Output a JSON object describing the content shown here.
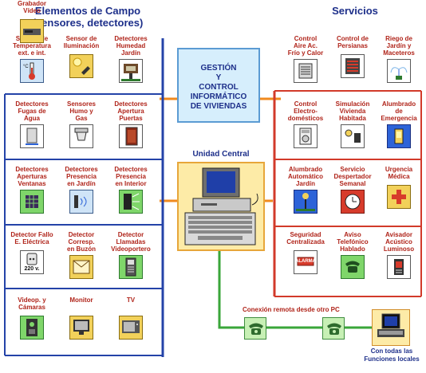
{
  "headers": {
    "left_line1": "Elementos de Campo",
    "left_line2": "(sensores, detectores)",
    "right": "Servicios"
  },
  "center": {
    "title_lines": [
      "GESTIÓN",
      "Y",
      "CONTROL",
      "INFORMÁTICO",
      "DE VIVIENDAS"
    ],
    "unit_label": "Unidad Central",
    "remote_label": "Conexión remota desde otro PC",
    "local_label_lines": [
      "Con todas las",
      "Funciones locales"
    ]
  },
  "sensors": [
    {
      "lines": [
        "Sondas de",
        "Temperatura",
        "ext. e int."
      ],
      "icon": "thermometer-icon"
    },
    {
      "lines": [
        "Sensor de",
        "Iluminación"
      ],
      "icon": "sun-sensor-icon"
    },
    {
      "lines": [
        "Detectores",
        "Humedad",
        "Jardín"
      ],
      "icon": "humidity-sensor-icon"
    },
    {
      "lines": [
        "Detectores",
        "Fugas de",
        "Agua"
      ],
      "icon": "water-leak-icon"
    },
    {
      "lines": [
        "Sensores",
        "Humo  y",
        "Gas"
      ],
      "icon": "smoke-detector-icon"
    },
    {
      "lines": [
        "Detectores",
        "Apertura",
        "Puertas"
      ],
      "icon": "door-sensor-icon"
    },
    {
      "lines": [
        "Detectores",
        "Aperturas",
        "Ventanas"
      ],
      "icon": "window-sensor-icon"
    },
    {
      "lines": [
        "Detectores",
        "Presencia",
        "en Jardín"
      ],
      "icon": "garden-presence-icon"
    },
    {
      "lines": [
        "Detectores",
        "Presencia",
        "en Interior"
      ],
      "icon": "indoor-presence-icon"
    },
    {
      "lines": [
        "Detector Fallo",
        "E. Eléctrica"
      ],
      "icon": "power-socket-icon",
      "badge": "220 v."
    },
    {
      "lines": [
        "Detector",
        "Corresp.",
        "en Buzón"
      ],
      "icon": "mailbox-icon"
    },
    {
      "lines": [
        "Detector",
        "Llamadas",
        "Videoportero"
      ],
      "icon": "intercom-icon"
    },
    {
      "lines": [
        "Videop. y",
        "Cámaras"
      ],
      "icon": "camera-icon"
    },
    {
      "lines": [
        "Monitor"
      ],
      "icon": "monitor-icon"
    },
    {
      "lines": [
        "TV"
      ],
      "icon": "tv-icon"
    },
    {
      "lines": [
        "Grabador",
        "Vídeo"
      ],
      "icon": "video-recorder-icon"
    }
  ],
  "services": [
    {
      "lines": [
        "Control",
        "Aire Ac.",
        "Frío y Calor"
      ],
      "icon": "air-conditioner-icon"
    },
    {
      "lines": [
        "Control de",
        "Persianas"
      ],
      "icon": "blinds-icon"
    },
    {
      "lines": [
        "Riego de",
        "Jardín y",
        "Maceteros"
      ],
      "icon": "irrigation-icon"
    },
    {
      "lines": [
        "Control",
        "Electro-",
        "domésticos"
      ],
      "icon": "appliance-icon"
    },
    {
      "lines": [
        "Simulación",
        "Vivienda",
        "Habitada"
      ],
      "icon": "simulation-icon"
    },
    {
      "lines": [
        "Alumbrado",
        "de",
        "Emergencia"
      ],
      "icon": "emergency-light-icon"
    },
    {
      "lines": [
        "Alumbrado",
        "Automático",
        "Jardín"
      ],
      "icon": "garden-lamp-icon"
    },
    {
      "lines": [
        "Servicio",
        "Despertador",
        "Semanal"
      ],
      "icon": "alarm-clock-icon"
    },
    {
      "lines": [
        "Urgencia",
        "Médica"
      ],
      "icon": "medical-cross-icon"
    },
    {
      "lines": [
        "Seguridad",
        "Centralizada"
      ],
      "icon": "alarm-siren-icon",
      "badge": "ALARMA"
    },
    {
      "lines": [
        "Aviso",
        "Telefónico",
        "Hablado"
      ],
      "icon": "phone-voice-icon"
    },
    {
      "lines": [
        "Avisador",
        "Acústico",
        "Luminoso"
      ],
      "icon": "beacon-icon"
    }
  ],
  "colors": {
    "heading": "#1d2f8a",
    "label": "#b0241a",
    "line_blue": "#2443a8",
    "line_red": "#d23a2a",
    "line_orange": "#f08a1e",
    "line_green": "#3aa63a"
  }
}
